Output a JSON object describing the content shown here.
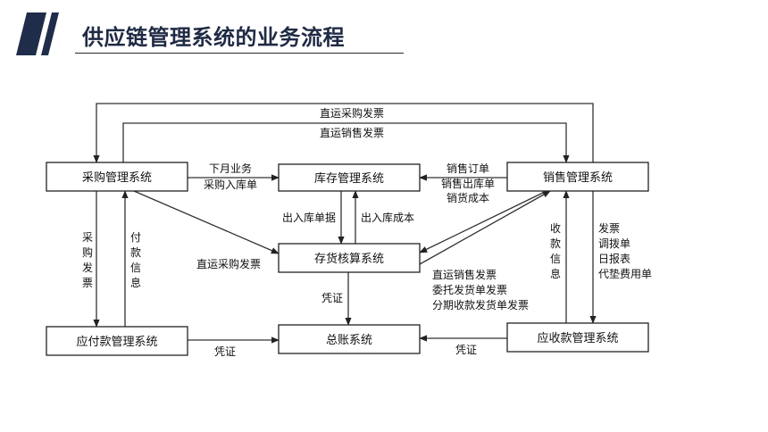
{
  "title": "供应链管理系统的业务流程",
  "boxes": {
    "purchase": "采购管理系统",
    "inventory": "库存管理系统",
    "sales": "销售管理系统",
    "stock_accounting": "存货核算系统",
    "payable": "应付款管理系统",
    "ledger": "总账系统",
    "receivable": "应收款管理系统"
  },
  "labels": {
    "direct_purchase_invoice_top": "直运采购发票",
    "direct_sales_invoice_top": "直运销售发票",
    "next_month_business": "下月业务",
    "purchase_receipt": "采购入库单",
    "sales_order": "销售订单",
    "sales_outbound": "销售出库单",
    "sales_cost": "销货成本",
    "inout_document": "出入库单据",
    "inout_cost": "出入库成本",
    "purchase_invoice_vertical": "采购发票",
    "payment_info_vertical": "付款信息",
    "direct_purchase_invoice_mid": "直运采购发票",
    "receipt_info_vertical": "收款信息",
    "invoice": "发票",
    "transfer_order": "调拨单",
    "daily_report": "日报表",
    "advance_expense_order": "代垫费用单",
    "direct_sales_invoice_mid": "直运销售发票",
    "consignment_invoice": "委托发货单发票",
    "installment_invoice": "分期收款发货单发票",
    "voucher_ledger": "凭证",
    "voucher_payable": "凭证",
    "voucher_receivable": "凭证"
  },
  "colors": {
    "logo": "#1f2d4a",
    "title": "#1f2a44"
  }
}
